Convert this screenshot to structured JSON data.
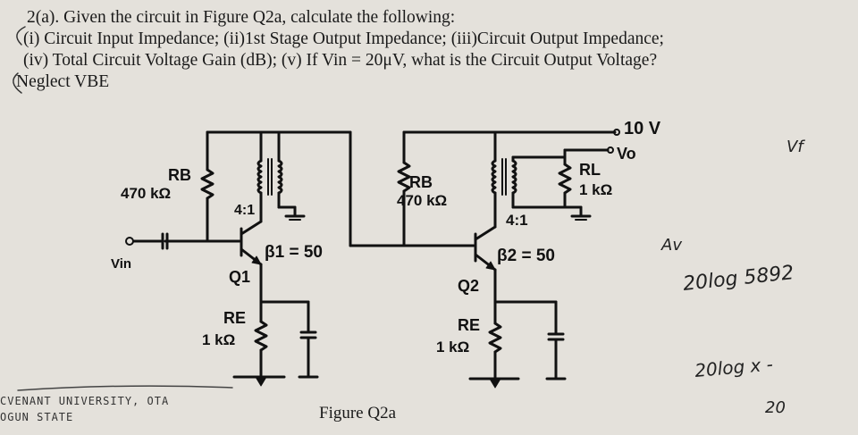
{
  "question": {
    "line1": "2(a). Given the circuit in Figure Q2a, calculate the following:",
    "line2": "(i) Circuit Input Impedance; (ii)1st Stage Output Impedance; (iii)Circuit Output Impedance;",
    "line3": "(iv) Total Circuit Voltage Gain (dB); (v) If Vin = 20μV, what is the Circuit Output Voltage?",
    "line4": "Neglect VBE"
  },
  "circuit": {
    "supply": "10 V",
    "vo": "Vo",
    "vin": "Vin",
    "rb1_name": "RB",
    "rb1_value": "470 kΩ",
    "rb2_name": "RB",
    "rb2_value": "470 kΩ",
    "t1_ratio": "4:1",
    "t2_ratio": "4:1",
    "q1_name": "Q1",
    "q1_beta": "β1 = 50",
    "q2_name": "Q2",
    "q2_beta": "β2 = 50",
    "re1_name": "RE",
    "re1_value": "1 kΩ",
    "re2_name": "RE",
    "re2_value": "1 kΩ",
    "rl_name": "RL",
    "rl_value": "1 kΩ"
  },
  "caption": "Figure Q2a",
  "handwriting": {
    "h1": "Vf",
    "h2": "Av",
    "h3": "20log 5892",
    "h4": "20log x -",
    "h5": "20"
  },
  "stamp": {
    "line1": "CVENANT UNIVERSITY, OTA",
    "line2": "OGUN STATE"
  }
}
